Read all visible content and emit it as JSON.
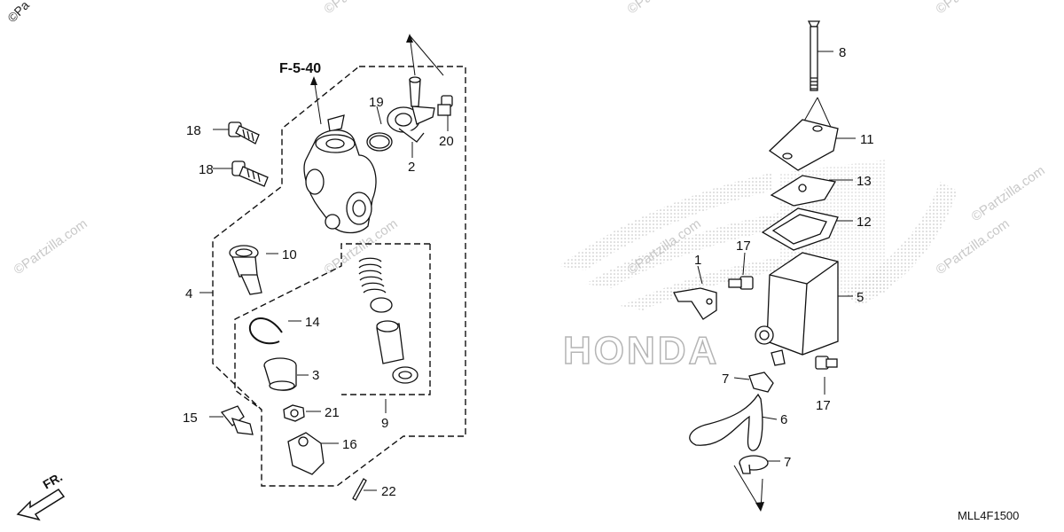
{
  "copyright": "©Pa",
  "watermarks": [
    "©Partzilla.com",
    "©Partzilla.com",
    "©Partzilla.com",
    "©Partzilla.com",
    "©Partzilla.com",
    "©Partzilla.com",
    "©Partzilla.com",
    "©Partzilla.com"
  ],
  "reference": "F-5-40",
  "brand_text": "HONDA",
  "direction_label": "FR.",
  "diagram_code": "MLL4F1500",
  "callouts": [
    "1",
    "2",
    "3",
    "4",
    "5",
    "6",
    "7",
    "7",
    "8",
    "9",
    "10",
    "11",
    "12",
    "13",
    "14",
    "15",
    "16",
    "17",
    "17",
    "18",
    "18",
    "19",
    "20",
    "21",
    "22"
  ],
  "colors": {
    "line": "#111111",
    "dot_pattern": "#c8c8c8",
    "watermark": "#c8c8c8"
  }
}
